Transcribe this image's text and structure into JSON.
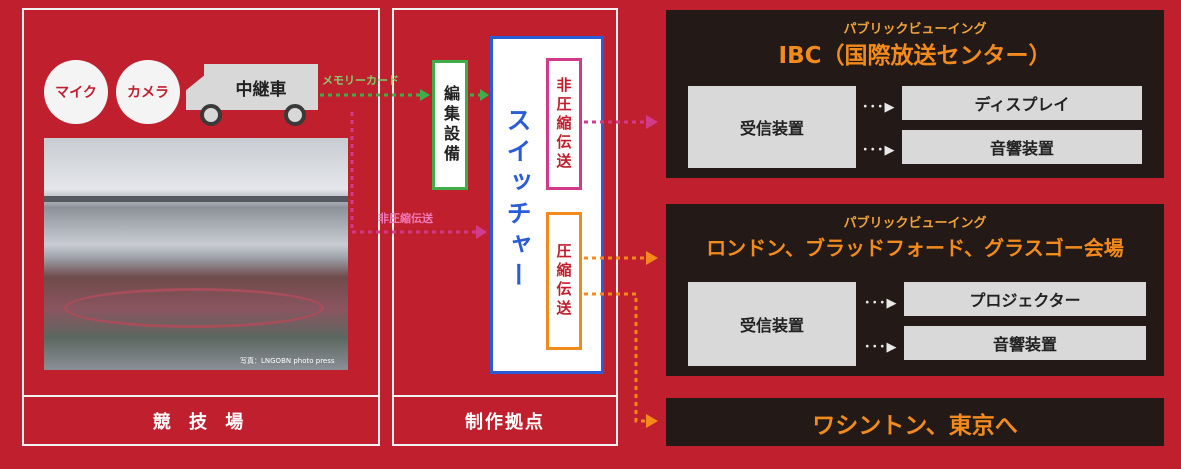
{
  "venue": {
    "mic_label": "マイク",
    "camera_label": "カメラ",
    "truck_label": "中継車",
    "memory_card_label": "メモリーカード",
    "uncompressed_label": "非圧縮伝送",
    "photo_credit": "写真：LNGOBN photo press",
    "footer": "競 技 場"
  },
  "production": {
    "editing_label": "編集設備",
    "switcher_label": "スイッチャー",
    "uncompressed_label": "非圧縮伝送",
    "compressed_label": "圧縮伝送",
    "footer": "制作拠点"
  },
  "ibc_panel": {
    "subtitle": "パブリックビューイング",
    "title": "IBC（国際放送センター）",
    "receiver_label": "受信装置",
    "outputs": [
      "ディスプレイ",
      "音響装置"
    ]
  },
  "pv_panel": {
    "subtitle": "パブリックビューイング",
    "title": "ロンドン、ブラッドフォード、グラスゴー会場",
    "receiver_label": "受信装置",
    "outputs": [
      "プロジェクター",
      "音響装置"
    ]
  },
  "destination_panel": {
    "title": "ワシントン、東京へ"
  },
  "colors": {
    "background": "#c0202e",
    "panel": "#231a18",
    "orange": "#f28a1c",
    "green": "#3fae49",
    "magenta": "#d23a8c",
    "blue": "#2a5bd8"
  },
  "arrow_glyph": "･･･▶"
}
